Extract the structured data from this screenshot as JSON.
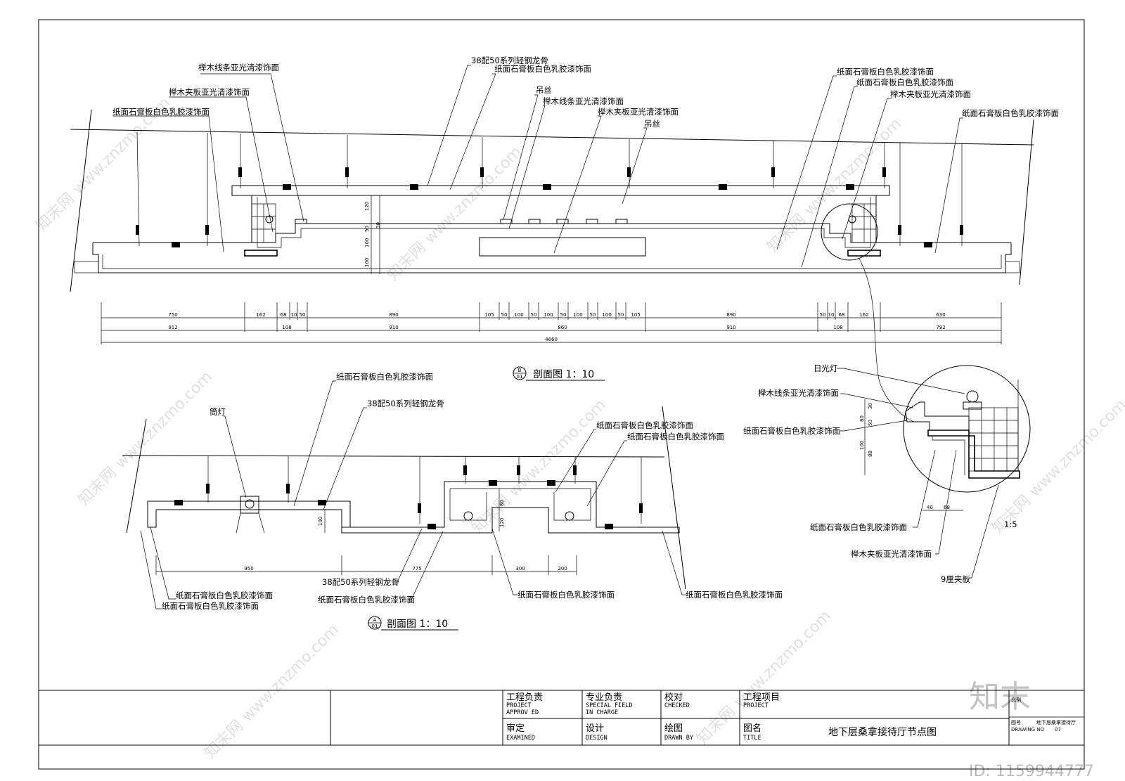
{
  "section_b": {
    "title": "剖面图 1：10",
    "marker_top": "B",
    "marker_bottom": "01",
    "labels": {
      "l1": "榉木线条亚光清漆饰面",
      "l2": "榉木夹板亚光清漆饰面",
      "l3": "纸面石膏板白色乳胶漆饰面",
      "l4": "38配50系列轻钢龙骨",
      "l5": "纸面石膏板白色乳胶漆饰面",
      "l6": "吊丝",
      "l7": "榉木线条亚光清漆饰面",
      "l8": "榉木夹板亚光清漆饰面",
      "l9": "吊丝",
      "r1": "纸面石膏板白色乳胶漆饰面",
      "r2": "纸面石膏板白色乳胶漆饰面",
      "r3": "榉木夹板亚光清漆饰面",
      "r4": "纸面石膏板白色乳胶漆饰面"
    },
    "vdims": [
      "120",
      "50",
      "30",
      "100",
      "100"
    ],
    "dims_row1": [
      "750",
      "162",
      "68",
      "10",
      "50",
      "890",
      "105",
      "50",
      "100",
      "50",
      "100",
      "50",
      "100",
      "50",
      "105",
      "890",
      "50",
      "10",
      "68",
      "162",
      "630"
    ],
    "dims_row2": [
      "912",
      "108",
      "910",
      "860",
      "910",
      "108",
      "792"
    ],
    "dims_total": "4660"
  },
  "section_a": {
    "title": "剖面图 1：10",
    "marker_top": "A",
    "marker_bottom": "01",
    "labels": {
      "t1": "纸面石膏板白色乳胶漆饰面",
      "t2": "38配50系列轻钢龙骨",
      "t3": "筒灯",
      "t4": "纸面石膏板白色乳胶漆饰面",
      "t5": "纸面石膏板白色乳胶漆饰面",
      "b1": "纸面石膏板白色乳胶漆饰面",
      "b2": "纸面石膏板白色乳胶漆饰面",
      "b3": "38配50系列轻钢龙骨",
      "b4": "纸面石膏板白色乳胶漆饰面",
      "b5": "纸面石膏板白色乳胶漆饰面",
      "b6": "纸面石膏板白色乳胶漆饰面"
    },
    "vdims": [
      "100",
      "80",
      "120"
    ],
    "dims": [
      "950",
      "775",
      "300",
      "200"
    ]
  },
  "detail": {
    "labels": {
      "d1": "日光灯",
      "d2": "榉木线条亚光清漆饰面",
      "d3": "纸面石膏板白色乳胶漆饰面",
      "d4": "纸面石膏板白色乳胶漆饰面",
      "d5": "榉木夹板亚光清漆饰面",
      "d6": "9厘夹板"
    },
    "vdims": [
      "30",
      "80",
      "50",
      "100",
      "88"
    ],
    "hdims": [
      "40",
      "68"
    ],
    "scale": "1:5"
  },
  "title_block": {
    "project_lead_cn": "工程负责",
    "project_lead_en1": "PROJECT",
    "project_lead_en2": "APPROV ED",
    "special_cn": "专业负责",
    "special_en1": "SPECIAL FIELD",
    "special_en2": "IN CHARGE",
    "check_cn": "校对",
    "check_en": "CHECKED",
    "project_cn": "工程项目",
    "project_en": "PROJECT",
    "examine_cn": "审定",
    "examine_en": "EXAMINED",
    "design_cn": "设计",
    "design_en": "DESIGN",
    "draw_cn": "绘图",
    "draw_en": "DRAWN BY",
    "title_cn": "图名",
    "title_en": "TITLE",
    "drawing_title": "地下层桑拿接待厅节点图",
    "sub_label1": "比例",
    "sub_label2": "图号",
    "sub_label3": "DRAWING NO",
    "sub_title_small": "地下层桑拿接待厅",
    "sub_no": "07"
  },
  "watermarks": {
    "site": "www.znzmo.com",
    "brand": "知末网",
    "logo": "知末",
    "id": "ID: 1159944777"
  }
}
